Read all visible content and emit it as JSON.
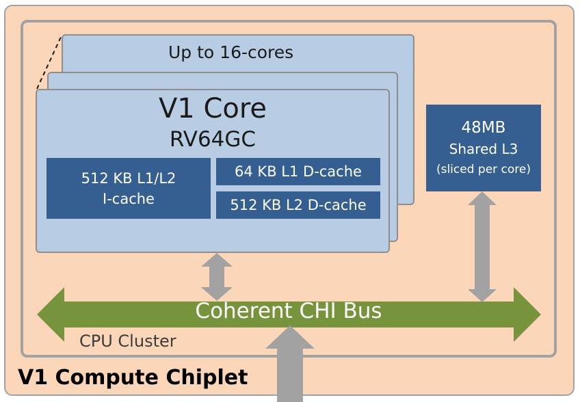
{
  "diagram": {
    "chiplet_label": "V1 Compute Chiplet",
    "cluster_label": "CPU Cluster",
    "cores_label": "Up to 16-cores",
    "core": {
      "name": "V1 Core",
      "isa": "RV64GC",
      "icache": {
        "line1": "512 KB L1/L2",
        "line2": "I-cache"
      },
      "l1_dcache": "64 KB L1 D-cache",
      "l2_dcache": "512 KB L2 D-cache"
    },
    "l3": {
      "size": "48MB",
      "name": "Shared L3",
      "note": "(sliced per core)"
    },
    "bus_label": "Coherent CHI Bus",
    "colors": {
      "chiplet_bg": "#fbd6b8",
      "core_bg": "#b8cce4",
      "cache_bg": "#365f91",
      "bus": "#77933c",
      "connector_arrow": "#a2a2a2"
    }
  }
}
